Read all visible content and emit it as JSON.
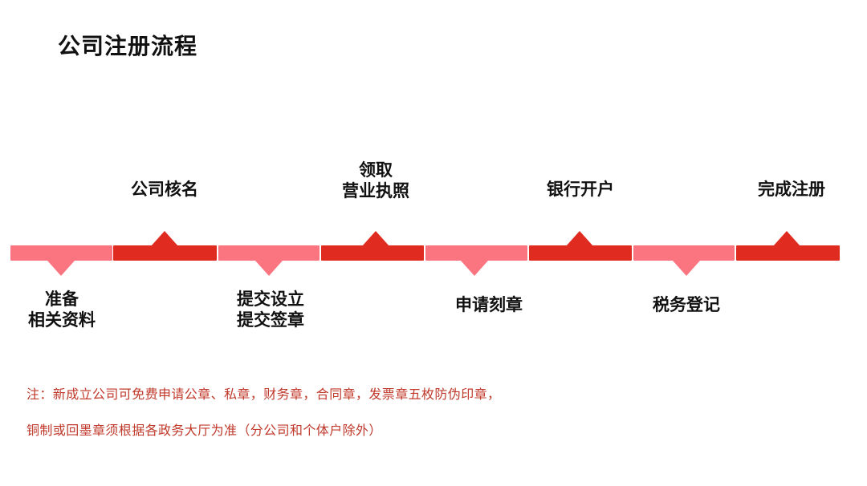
{
  "slide": {
    "title": "公司注册流程",
    "background_color": "#FFFFFF"
  },
  "colors": {
    "bar_light": "#FB7581",
    "bar_dark": "#E02B20",
    "title_text": "#111111",
    "label_text": "#111111",
    "footnote_text": "#C0392B"
  },
  "timeline": {
    "segments": [
      {
        "index": 1,
        "color_key": "bar_light",
        "marker": "down-triangle",
        "label": "准备\n相关资料",
        "label_position": "below"
      },
      {
        "index": 2,
        "color_key": "bar_dark",
        "marker": "up-triangle",
        "label": "公司核名",
        "label_position": "above"
      },
      {
        "index": 3,
        "color_key": "bar_light",
        "marker": "down-triangle",
        "label": "提交设立\n提交签章",
        "label_position": "below"
      },
      {
        "index": 4,
        "color_key": "bar_dark",
        "marker": "up-triangle",
        "label": "领取\n营业执照",
        "label_position": "above"
      },
      {
        "index": 5,
        "color_key": "bar_light",
        "marker": "down-triangle",
        "label": "申请刻章",
        "label_position": "below"
      },
      {
        "index": 6,
        "color_key": "bar_dark",
        "marker": "up-triangle",
        "label": "银行开户",
        "label_position": "above"
      },
      {
        "index": 7,
        "color_key": "bar_light",
        "marker": "down-triangle",
        "label": "税务登记",
        "label_position": "below"
      },
      {
        "index": 8,
        "color_key": "bar_dark",
        "marker": "up-triangle",
        "label": "完成注册",
        "label_position": "above"
      }
    ]
  },
  "footnote": {
    "line1": "注：新成立公司可免费申请公章、私章，财务章，合同章，发票章五枚防伪印章，",
    "line2": "铜制或回墨章须根据各政务大厅为准（分公司和个体户除外）"
  }
}
